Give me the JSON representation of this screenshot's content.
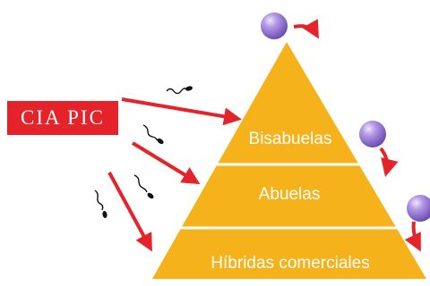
{
  "brand": {
    "label": "CIA PIC",
    "color": "#e5232a"
  },
  "pyramid": {
    "fill": "#f6b21b",
    "tiers": [
      {
        "label": "Bisabuelas"
      },
      {
        "label": "Abuelas"
      },
      {
        "label": "Híbridas comerciales"
      }
    ]
  },
  "icons": {
    "sperm": "sperm-icon",
    "egg": "egg-cell-icon",
    "arrow": "red-arrow-icon"
  },
  "colors": {
    "arrow": "#e5232a",
    "egg": "#9b7fd2",
    "sperm": "#111111"
  }
}
